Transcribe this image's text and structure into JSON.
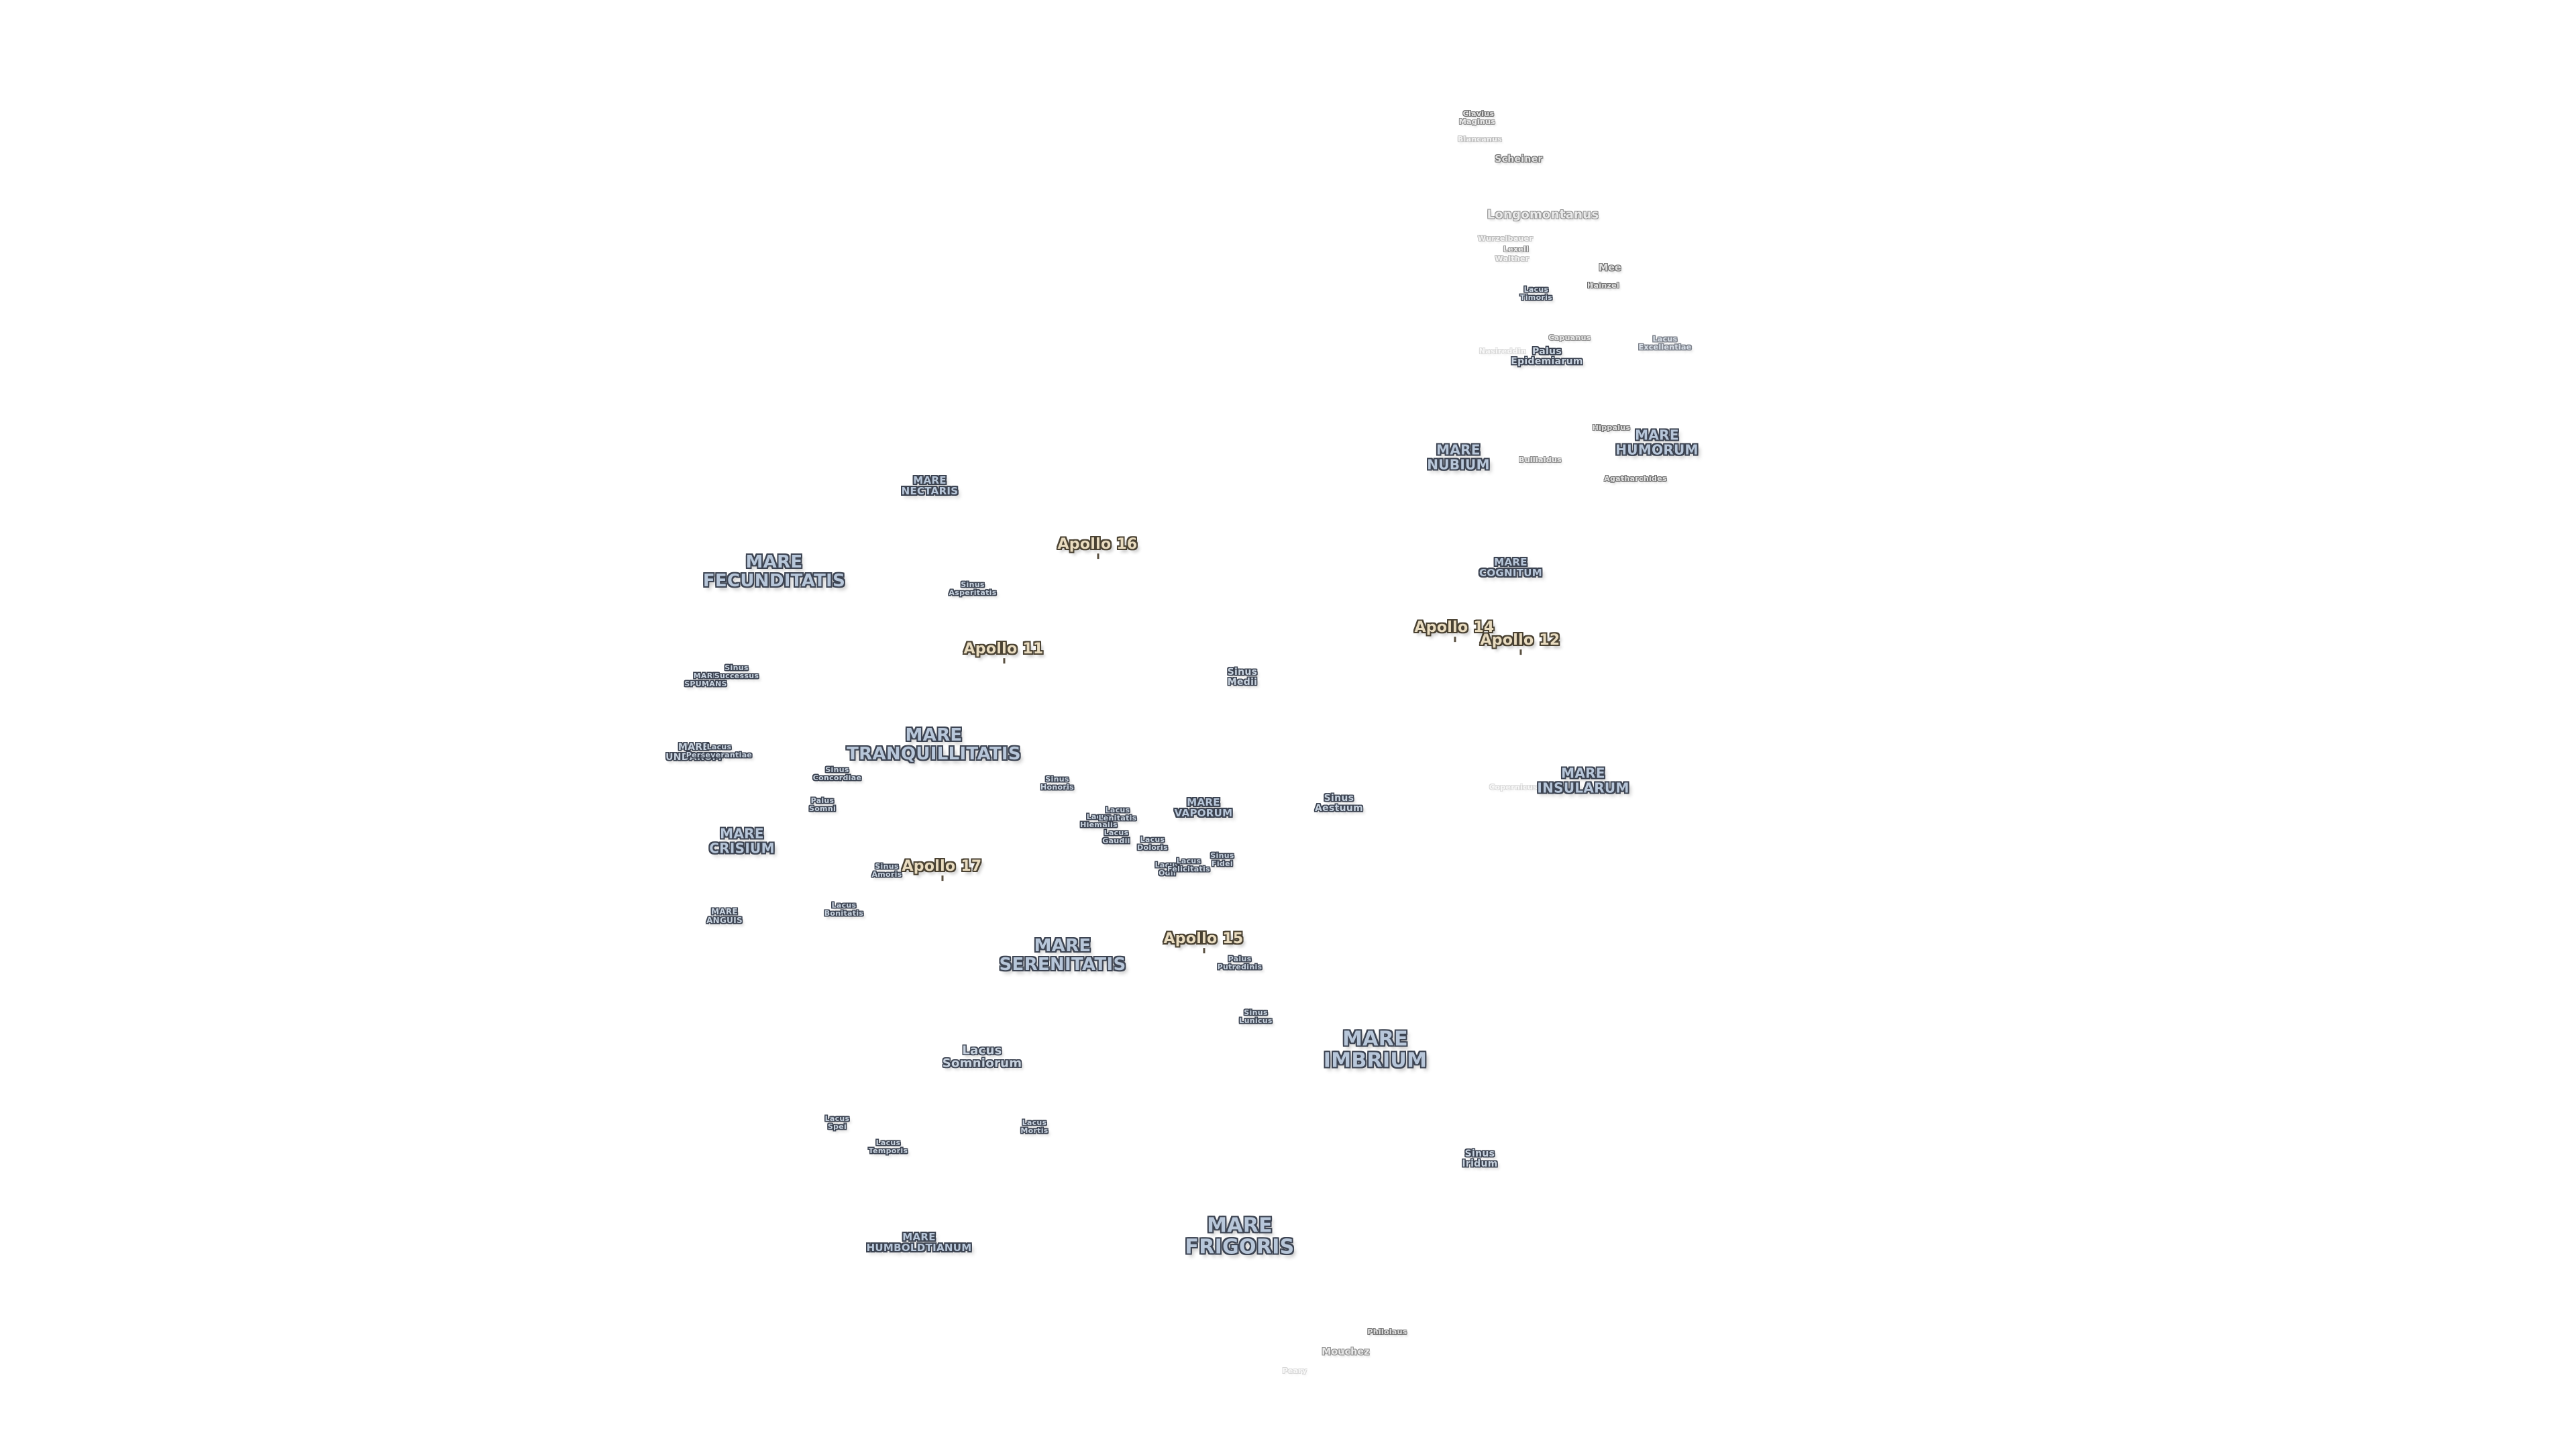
{
  "map": {
    "apollo_sites": [
      {
        "name": "Apollo 11"
      },
      {
        "name": "Apollo 12"
      },
      {
        "name": "Apollo 14"
      },
      {
        "name": "Apollo 15"
      },
      {
        "name": "Apollo 16"
      },
      {
        "name": "Apollo 17"
      }
    ],
    "maria": [
      {
        "lines": [
          "MARE",
          "FRIGORIS"
        ]
      },
      {
        "lines": [
          "MARE",
          "IMBRIUM"
        ]
      },
      {
        "lines": [
          "MARE",
          "SERENITATIS"
        ]
      },
      {
        "lines": [
          "MARE",
          "TRANQUILLITATIS"
        ]
      },
      {
        "lines": [
          "MARE",
          "FECUNDITATIS"
        ]
      },
      {
        "lines": [
          "MARE",
          "NECTARIS"
        ]
      },
      {
        "lines": [
          "MARE",
          "NUBIUM"
        ]
      },
      {
        "lines": [
          "MARE",
          "HUMORUM"
        ]
      },
      {
        "lines": [
          "MARE",
          "COGNITUM"
        ]
      },
      {
        "lines": [
          "MARE",
          "INSULARUM"
        ]
      },
      {
        "lines": [
          "MARE",
          "VAPORUM"
        ]
      },
      {
        "lines": [
          "MARE",
          "CRISIUM"
        ]
      },
      {
        "lines": [
          "MARE",
          "HUMBOLDTIANUM"
        ]
      },
      {
        "lines": [
          "MARE",
          "SPUMANS"
        ]
      },
      {
        "lines": [
          "MARE",
          "UNDARUM"
        ]
      },
      {
        "lines": [
          "MARE",
          "ANGUIS"
        ]
      }
    ],
    "minor_features": [
      {
        "lines": [
          "Lacus",
          "Somniorum"
        ]
      },
      {
        "lines": [
          "Sinus",
          "Iridum"
        ]
      },
      {
        "lines": [
          "Sinus",
          "Aestuum"
        ]
      },
      {
        "lines": [
          "Sinus",
          "Medii"
        ]
      },
      {
        "lines": [
          "Sinus",
          "Asperitatis"
        ]
      },
      {
        "lines": [
          "Palus",
          "Epidemiarum"
        ]
      },
      {
        "lines": [
          "Palus",
          "Putredinis"
        ]
      },
      {
        "lines": [
          "Sinus",
          "Amoris"
        ]
      },
      {
        "lines": [
          "Sinus",
          "Concordiae"
        ]
      },
      {
        "lines": [
          "Palus",
          "Somni"
        ]
      },
      {
        "lines": [
          "Lacus",
          "Bonitatis"
        ]
      },
      {
        "lines": [
          "Lacus",
          "Temporis"
        ]
      },
      {
        "lines": [
          "Lacus",
          "Spei"
        ]
      },
      {
        "lines": [
          "Lacus",
          "Mortis"
        ]
      },
      {
        "lines": [
          "Sinus",
          "Lunicus"
        ]
      },
      {
        "lines": [
          "Sinus",
          "Honoris"
        ]
      },
      {
        "lines": [
          "Lacus",
          "Doloris"
        ]
      },
      {
        "lines": [
          "Lacus",
          "Gaudii"
        ]
      },
      {
        "lines": [
          "Lacus",
          "Hiemalis"
        ]
      },
      {
        "lines": [
          "Lacus",
          "Lenitatis"
        ]
      },
      {
        "lines": [
          "Lacus",
          "Odii"
        ]
      },
      {
        "lines": [
          "Lacus",
          "Felicitatis"
        ]
      },
      {
        "lines": [
          "Sinus",
          "Fidei"
        ]
      },
      {
        "lines": [
          "Lacus",
          "Timoris"
        ]
      },
      {
        "lines": [
          "Lacus",
          "Excellentiae"
        ]
      },
      {
        "lines": [
          "Sinus",
          "Successus"
        ]
      },
      {
        "lines": [
          "Lacus",
          "Perseverantiae"
        ]
      }
    ],
    "craters": [
      {
        "lines": [
          "Clavius"
        ]
      },
      {
        "lines": [
          "Maginus"
        ]
      },
      {
        "lines": [
          "Blancanus"
        ]
      },
      {
        "lines": [
          "Scheiner"
        ]
      },
      {
        "lines": [
          "Longomontanus"
        ]
      },
      {
        "lines": [
          "Wurzelbauer"
        ]
      },
      {
        "lines": [
          "Lexell"
        ]
      },
      {
        "lines": [
          "Walther"
        ]
      },
      {
        "lines": [
          "Mee"
        ]
      },
      {
        "lines": [
          "Hainzel"
        ]
      },
      {
        "lines": [
          "Capuanus"
        ]
      },
      {
        "lines": [
          "Hippalus"
        ]
      },
      {
        "lines": [
          "Bullialdus"
        ]
      },
      {
        "lines": [
          "Agatharchides"
        ]
      },
      {
        "lines": [
          "Copernicus"
        ]
      },
      {
        "lines": [
          "Philolaus"
        ]
      },
      {
        "lines": [
          "Mouchez"
        ]
      },
      {
        "lines": [
          "Peary"
        ]
      },
      {
        "lines": [
          "Nasireddin"
        ]
      }
    ]
  }
}
